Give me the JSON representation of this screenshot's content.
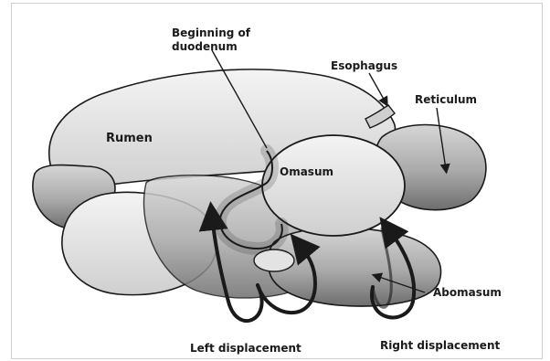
{
  "diagram": {
    "labels": {
      "duodenum": [
        "Beginning of",
        "duodenum"
      ],
      "esophagus": "Esophagus",
      "reticulum": "Reticulum",
      "rumen": "Rumen",
      "omasum": "Omasum",
      "abomasum": "Abomasum",
      "left_displacement": "Left displacement",
      "right_displacement": "Right displacement"
    },
    "colors": {
      "ink": "#1a1a1a",
      "organ_fill": "#e8e8e8",
      "shade": "#8f8f8f",
      "paper": "#ffffff"
    }
  }
}
